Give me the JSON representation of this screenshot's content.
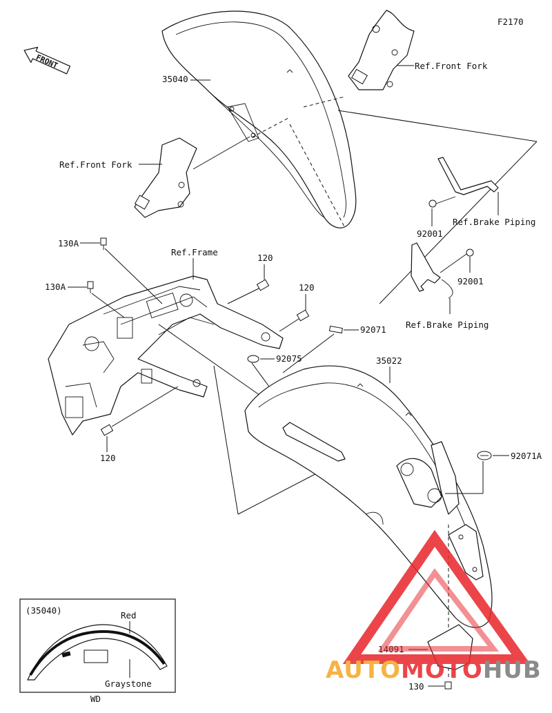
{
  "figure_code": "F2170",
  "front_label": "FRONT",
  "labels": {
    "front_fender": "35040",
    "ref_front_fork_top": "Ref.Front Fork",
    "ref_front_fork_left": "Ref.Front Fork",
    "ref_brake_piping_top": "Ref.Brake Piping",
    "ref_brake_piping_bottom": "Ref.Brake Piping",
    "clip_upper": "92001",
    "clip_lower": "92001",
    "bolt_130a_top": "130A",
    "bolt_130a_mid": "130A",
    "ref_frame": "Ref.Frame",
    "bolt_120_a": "120",
    "bolt_120_b": "120",
    "bolt_120_c": "120",
    "part_92071": "92071",
    "part_92075": "92075",
    "rear_fender": "35022",
    "part_92071a": "92071A",
    "part_14091": "14091",
    "bolt_130": "130"
  },
  "inset": {
    "code": "(35040)",
    "color_top": "Red",
    "color_bottom": "Graystone",
    "model": "WD"
  },
  "watermark": {
    "part1": "AUTO",
    "part2": "MOTO",
    "part3": "HUB",
    "color_orange": "#f5a623",
    "color_red": "#e8252b",
    "color_gray": "#777777"
  }
}
